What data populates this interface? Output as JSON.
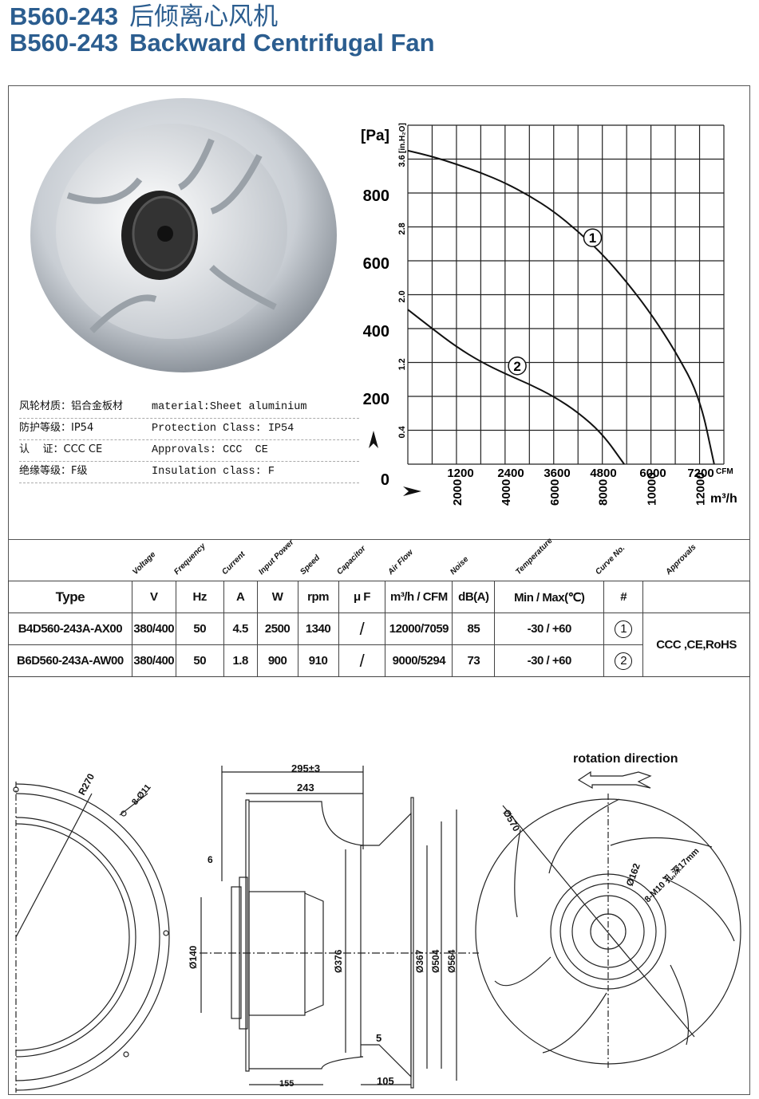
{
  "header": {
    "model": "B560-243",
    "title_cn": "后倾离心风机",
    "title_en": "Backward Centrifugal Fan"
  },
  "specs": [
    {
      "cn": "风轮材质：铝合金板材",
      "en": "material:Sheet aluminium"
    },
    {
      "cn": "防护等级：IP54",
      "en": "Protection Class: IP54"
    },
    {
      "cn": "认    证：CCC CE",
      "en": "Approvals: CCC  CE"
    },
    {
      "cn": "绝缘等级：F级",
      "en": "Insulation class: F"
    }
  ],
  "chart_data": {
    "type": "line",
    "y_unit_left": "[Pa]",
    "y_unit_right": "[in.H₂O]",
    "x_unit_top": "CFM",
    "x_unit_bottom": "m³/h",
    "ylim": [
      0,
      1000
    ],
    "xlim": [
      0,
      13000
    ],
    "grid": true,
    "y_ticks_pa": [
      "0",
      "200",
      "400",
      "600",
      "800"
    ],
    "y_ticks_inh2o": [
      "0.4",
      "1.2",
      "2.0",
      "2.8",
      "3.6"
    ],
    "x_ticks_cfm": [
      "1200",
      "2400",
      "3600",
      "4800",
      "6000",
      "7200"
    ],
    "x_ticks_m3h": [
      "2000",
      "4000",
      "6000",
      "8000",
      "10000",
      "12000"
    ],
    "series": [
      {
        "name": "1",
        "x": [
          0,
          1000,
          2000,
          3000,
          4000,
          5000,
          6000,
          7000,
          8000,
          9000,
          10000,
          11000,
          12000,
          12600
        ],
        "y": [
          925,
          908,
          885,
          860,
          830,
          792,
          746,
          687,
          620,
          538,
          444,
          334,
          200,
          0
        ]
      },
      {
        "name": "2",
        "x": [
          0,
          1000,
          2000,
          3000,
          4000,
          5000,
          6000,
          7000,
          8000,
          8900
        ],
        "y": [
          456,
          400,
          346,
          302,
          267,
          236,
          200,
          153,
          90,
          0
        ]
      }
    ]
  },
  "table": {
    "rotated_headers": [
      "Voltage",
      "Frequency",
      "Current",
      "Input Power",
      "Speed",
      "Capacitor",
      "Air Flow",
      "Noise",
      "Temperature",
      "Curve No.",
      "Approvals"
    ],
    "units": [
      "Type",
      "V",
      "Hz",
      "A",
      "W",
      "rpm",
      "μ F",
      "m³/h / CFM",
      "dB(A)",
      "Min / Max(℃)",
      "#"
    ],
    "rows": [
      [
        "B4D560-243A-AX00",
        "380/400",
        "50",
        "4.5",
        "2500",
        "1340",
        "/",
        "12000/7059",
        "85",
        "-30 / +60",
        "1"
      ],
      [
        "B6D560-243A-AW00",
        "380/400",
        "50",
        "1.8",
        "900",
        "910",
        "/",
        "9000/5294",
        "73",
        "-30 / +60",
        "2"
      ]
    ],
    "approvals": "CCC ,CE,RoHS"
  },
  "drawings": {
    "front": {
      "radius": "R270",
      "holes": "8-Ø11"
    },
    "side": {
      "overall": "295±3",
      "width": "243",
      "flange": "6",
      "hub": "Ø140",
      "inlet": "Ø376",
      "d1": "Ø367",
      "d2": "Ø504",
      "d3": "Ø564",
      "gap": "5",
      "depth1": "155",
      "depth2": "105"
    },
    "rear": {
      "rotation": "rotation direction",
      "outer": "Ø570",
      "bolt_circle": "Ø162",
      "bolts": "8-M10 孔,深17mm"
    }
  }
}
